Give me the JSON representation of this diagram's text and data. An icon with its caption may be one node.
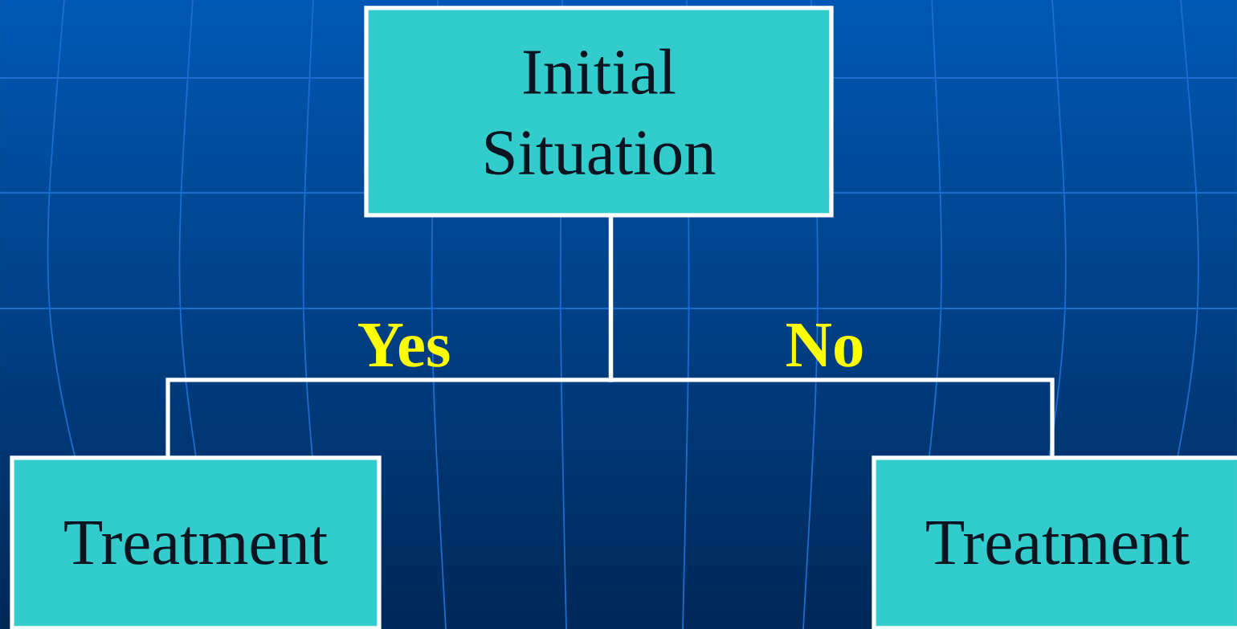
{
  "diagram": {
    "nodes": [
      {
        "text": [
          "Initial Situation"
        ]
      },
      {
        "text": [
          "Treatment"
        ]
      },
      {
        "text": [
          "Treatment"
        ]
      }
    ],
    "edges": [
      {
        "from": 0,
        "to": 1,
        "arrow": "none",
        "label": "Yes"
      },
      {
        "from": 0,
        "to": 2,
        "arrow": "none",
        "label": "No"
      }
    ]
  }
}
